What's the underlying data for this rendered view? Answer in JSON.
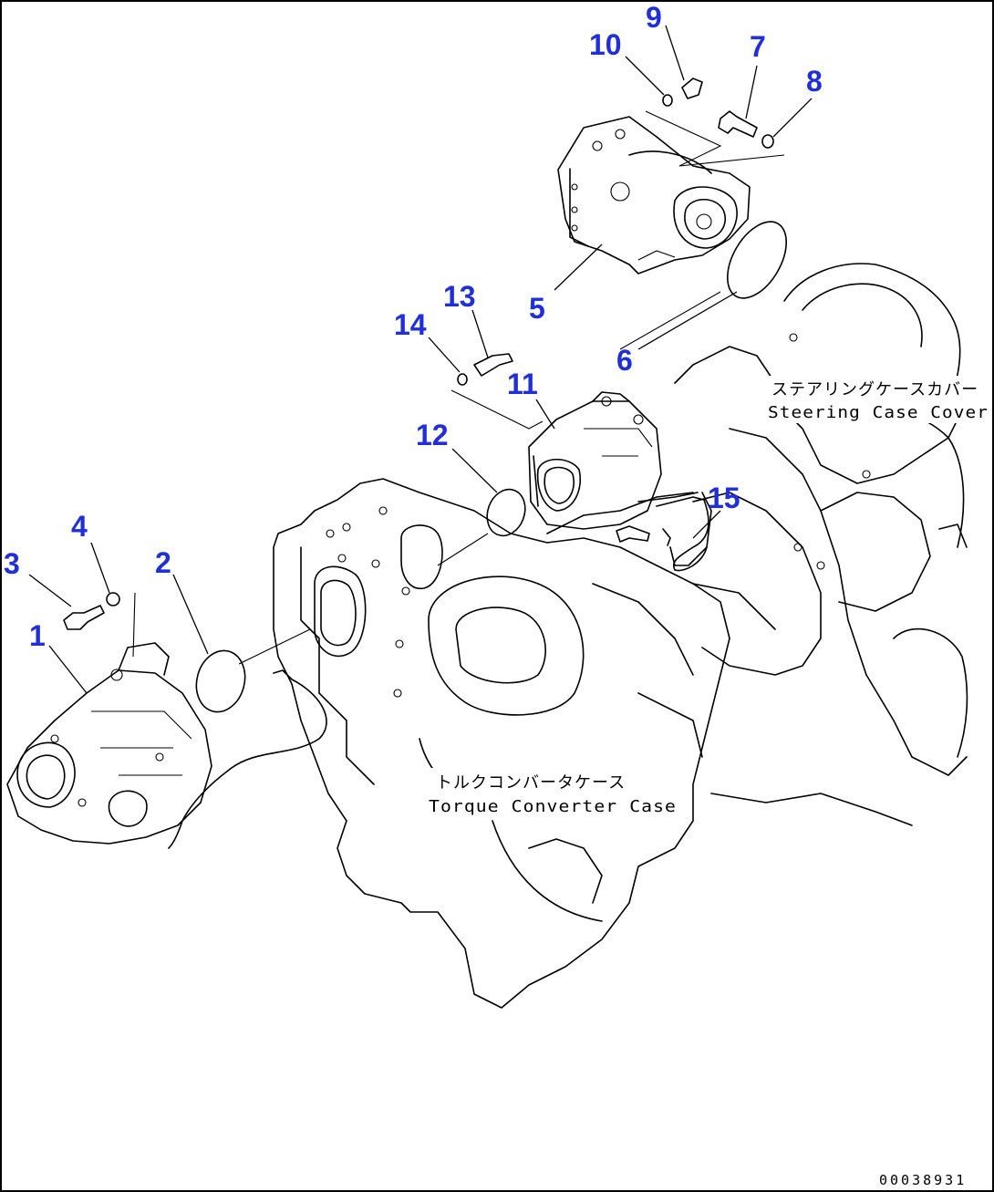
{
  "callouts": [
    {
      "id": "1",
      "text": "1"
    },
    {
      "id": "2",
      "text": "2"
    },
    {
      "id": "3",
      "text": "3"
    },
    {
      "id": "4",
      "text": "4"
    },
    {
      "id": "5",
      "text": "5"
    },
    {
      "id": "6",
      "text": "6"
    },
    {
      "id": "7",
      "text": "7"
    },
    {
      "id": "8",
      "text": "8"
    },
    {
      "id": "9",
      "text": "9"
    },
    {
      "id": "10",
      "text": "10"
    },
    {
      "id": "11",
      "text": "11"
    },
    {
      "id": "12",
      "text": "12"
    },
    {
      "id": "13",
      "text": "13"
    },
    {
      "id": "14",
      "text": "14"
    },
    {
      "id": "15",
      "text": "15"
    }
  ],
  "labels": {
    "steering_case_cover_jp": "ステアリングケースカバー",
    "steering_case_cover_en": "Steering Case Cover",
    "torque_converter_case_jp": "トルクコンバータケース",
    "torque_converter_case_en": "Torque Converter Case"
  },
  "document_number": "00038931",
  "colors": {
    "callout": "#1f2fd9",
    "line": "#000000",
    "background": "#ffffff"
  }
}
